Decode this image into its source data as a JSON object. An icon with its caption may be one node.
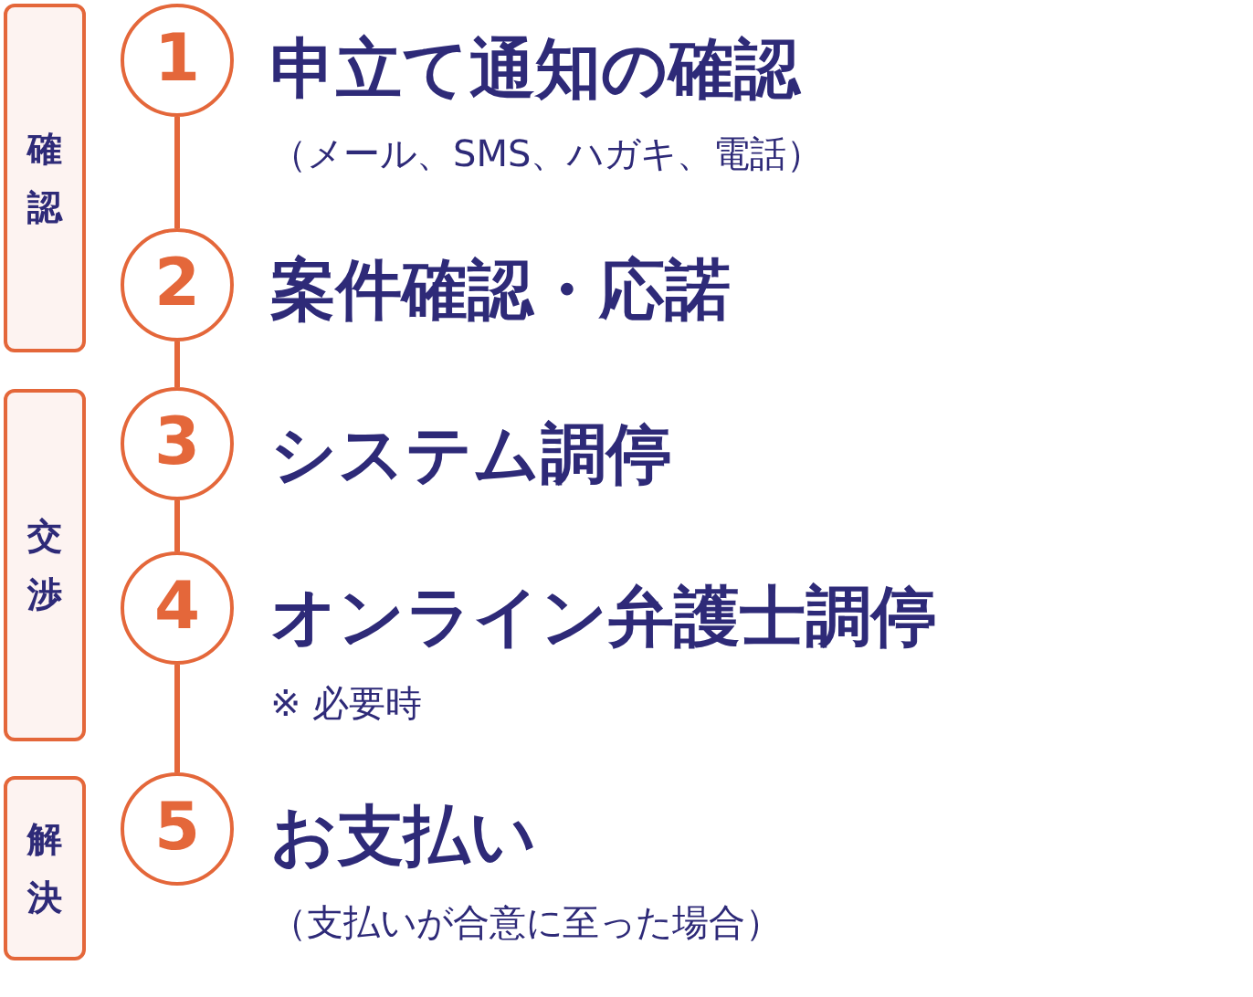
{
  "diagram": {
    "nodes": [
      {
        "text": [
          "確認"
        ]
      },
      {
        "text": [
          "交渉"
        ]
      },
      {
        "text": [
          "解決"
        ]
      },
      {
        "text": [
          "1"
        ],
        "beside": [
          "申立て通知の確認",
          "（メール、SMS、ハガキ、電話）"
        ]
      },
      {
        "text": [
          "2"
        ],
        "beside": [
          "案件確認・応諾"
        ]
      },
      {
        "text": [
          "3"
        ],
        "beside": [
          "システム調停"
        ]
      },
      {
        "text": [
          "4"
        ],
        "beside": [
          "オンライン弁護士調停",
          "※ 必要時"
        ]
      },
      {
        "text": [
          "5"
        ],
        "beside": [
          "お支払い",
          "（支払いが合意に至った場合）"
        ]
      }
    ],
    "edges": [
      {
        "from": 3,
        "to": 4,
        "arrow": "none"
      },
      {
        "from": 4,
        "to": 5,
        "arrow": "none"
      },
      {
        "from": 5,
        "to": 6,
        "arrow": "none"
      },
      {
        "from": 6,
        "to": 7,
        "arrow": "none"
      }
    ]
  }
}
